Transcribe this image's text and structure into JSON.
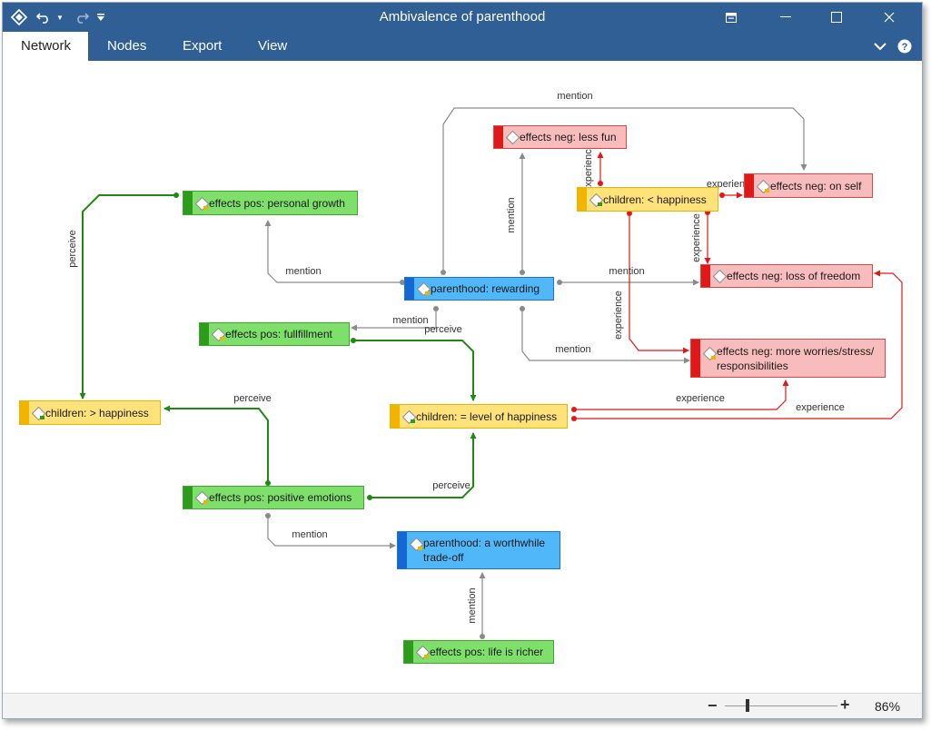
{
  "window": {
    "title": "Ambivalence of parenthood"
  },
  "tabs": [
    {
      "label": "Network"
    },
    {
      "label": "Nodes"
    },
    {
      "label": "Export"
    },
    {
      "label": "View"
    }
  ],
  "nodes": {
    "n1": {
      "label": "effects neg: less fun"
    },
    "n2": {
      "label": "effects pos: personal growth"
    },
    "n3": {
      "label": "children: < happiness"
    },
    "n4": {
      "label": "effects neg: on self"
    },
    "n5": {
      "label": "effects neg: loss of freedom"
    },
    "n6": {
      "label": "parenthood: rewarding"
    },
    "n7": {
      "label": "effects pos: fullfillment"
    },
    "n8": {
      "label": "effects neg: more worries/stress/ responsibilities"
    },
    "n9": {
      "label": "children: > happiness"
    },
    "n10": {
      "label": "children: = level of happiness"
    },
    "n11": {
      "label": "effects pos: positive emotions"
    },
    "n12": {
      "label": "parenthood: a worthwhile trade-off"
    },
    "n13": {
      "label": "effects pos: life is richer"
    }
  },
  "edge_labels": {
    "mention": "mention",
    "perceive": "perceive",
    "experience": "experience",
    "experien": "experien"
  },
  "colors": {
    "green_edge": "#1f8a12",
    "gray_edge": "#8a8a8a",
    "red_edge": "#e01818",
    "titlebar": "#2f5f95"
  },
  "status": {
    "zoom": "86%"
  }
}
